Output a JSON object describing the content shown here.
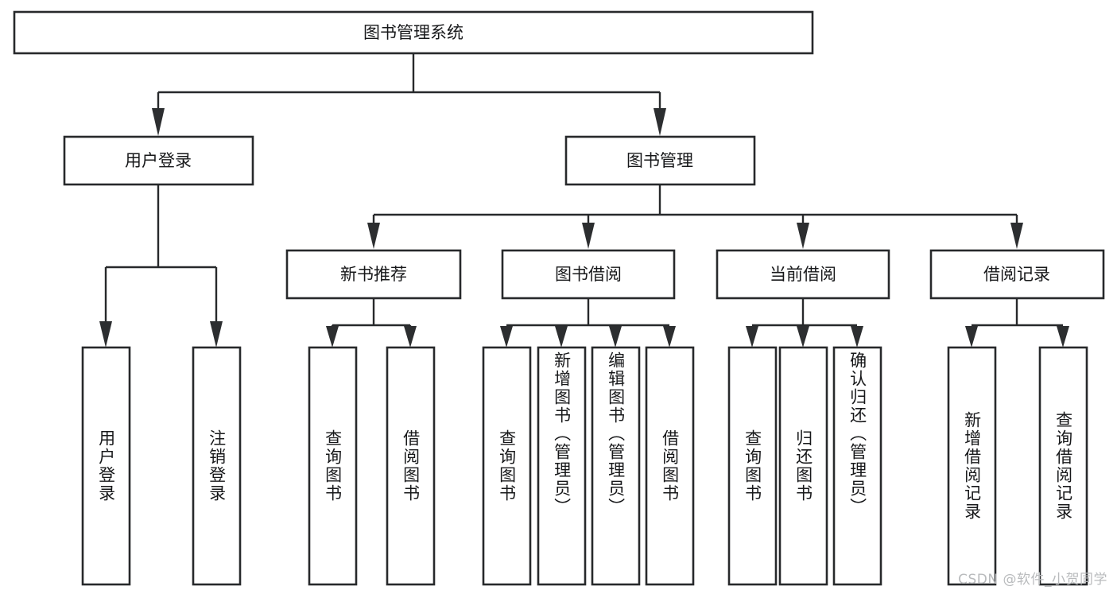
{
  "diagram": {
    "title": "图书管理系统",
    "type": "hierarchy-tree",
    "watermark": "CSDN @软件_小贺同学",
    "colors": {
      "background": "#ffffff",
      "box_stroke": "#27292b",
      "text": "#17181a",
      "connector": "#27292b",
      "watermark": "#b9bbbd"
    },
    "root": {
      "label": "图书管理系统"
    },
    "level2": [
      {
        "label": "用户登录"
      },
      {
        "label": "图书管理"
      }
    ],
    "level3": [
      {
        "label": "新书推荐"
      },
      {
        "label": "图书借阅"
      },
      {
        "label": "当前借阅"
      },
      {
        "label": "借阅记录"
      }
    ],
    "leaves": {
      "user_login": [
        {
          "label": "用户登录"
        },
        {
          "label": "注销登录"
        }
      ],
      "new_book_recommend": [
        {
          "label": "查询图书"
        },
        {
          "label": "借阅图书"
        }
      ],
      "book_borrow": [
        {
          "label": "查询图书"
        },
        {
          "label": "新增图书（管理员）"
        },
        {
          "label": "编辑图书（管理员）"
        },
        {
          "label": "借阅图书"
        }
      ],
      "current_borrow": [
        {
          "label": "查询图书"
        },
        {
          "label": "归还图书"
        },
        {
          "label": "确认归还（管理员）"
        }
      ],
      "borrow_record": [
        {
          "label": "新增借阅记录"
        },
        {
          "label": "查询借阅记录"
        }
      ]
    }
  }
}
